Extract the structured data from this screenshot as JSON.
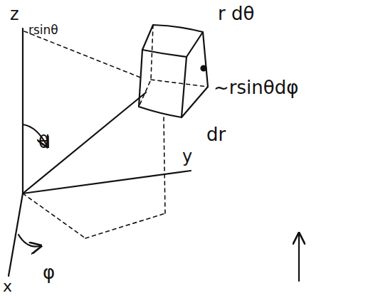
{
  "diagram": {
    "labels": [
      "z",
      "rsinθ",
      "θ",
      "r dθ",
      "~rsinθdφ",
      "dr",
      "y",
      "x",
      "φ"
    ]
  }
}
